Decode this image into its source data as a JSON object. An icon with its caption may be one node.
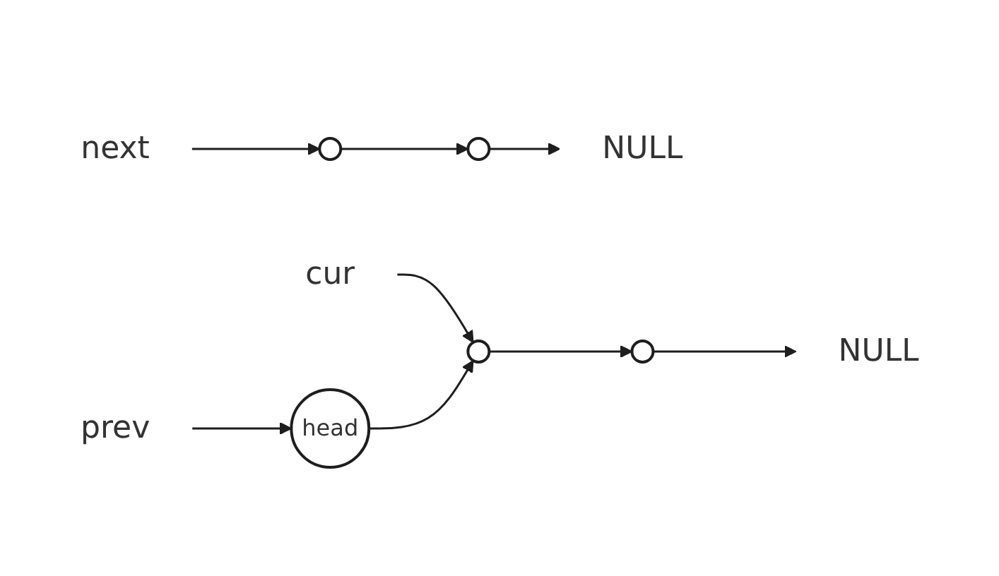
{
  "diagram": {
    "nodes": [
      {
        "text": [
          "prev"
        ]
      },
      {
        "text": [
          "cur"
        ]
      },
      {
        "text": [
          "next"
        ]
      },
      {
        "text": [
          "head"
        ]
      },
      {
        "text": [],
        "shape": "circle"
      },
      {
        "text": [],
        "shape": "circle"
      },
      {
        "text": [],
        "shape": "circle"
      },
      {
        "text": [
          "NULL"
        ]
      },
      {
        "text": [],
        "shape": "circle"
      },
      {
        "text": [
          "NULL"
        ]
      }
    ],
    "edges": [
      {
        "from": 0,
        "to": 3,
        "arrow": "to"
      },
      {
        "from": 1,
        "to": 4,
        "arrow": "to"
      },
      {
        "from": 2,
        "to": 5,
        "arrow": "to"
      },
      {
        "from": 3,
        "to": 4,
        "arrow": "to"
      },
      {
        "from": 4,
        "to": 8,
        "arrow": "to"
      },
      {
        "from": 5,
        "to": 6,
        "arrow": "to"
      },
      {
        "from": 6,
        "to": 7,
        "arrow": "to"
      },
      {
        "from": 8,
        "to": 9,
        "arrow": "to"
      }
    ]
  }
}
